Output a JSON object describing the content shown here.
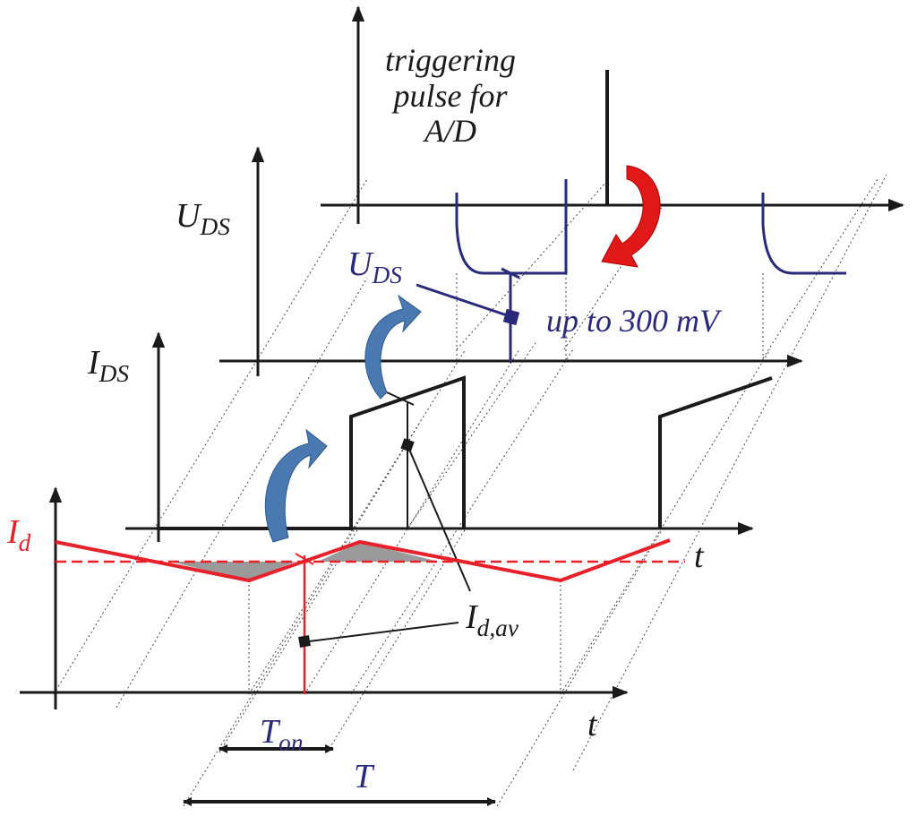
{
  "labels": {
    "trigger_line1": "triggering",
    "trigger_line2": "pulse for",
    "trigger_line3": "A/D",
    "uds_axis_main": "U",
    "uds_axis_sub": "DS",
    "uds_callout_main": "U",
    "uds_callout_sub": "DS",
    "uds_voltage_note": "up to 300 mV",
    "ids_axis_main": "I",
    "ids_axis_sub": "DS",
    "id_axis_main": "I",
    "id_axis_sub": "d",
    "t_axis_upper": "t",
    "t_axis_lower": "t",
    "idav_main": "I",
    "idav_sub": "d,av",
    "ton_main": "T",
    "ton_sub": "on",
    "period": "T"
  },
  "colors": {
    "axis": "#1a1a1a",
    "current_red": "#e8202a",
    "voltage_navy": "#2a2a7c",
    "arrow_blue": "#4a78b0",
    "arrow_red": "#e01818",
    "shade_gray": "#9a9a9a"
  }
}
